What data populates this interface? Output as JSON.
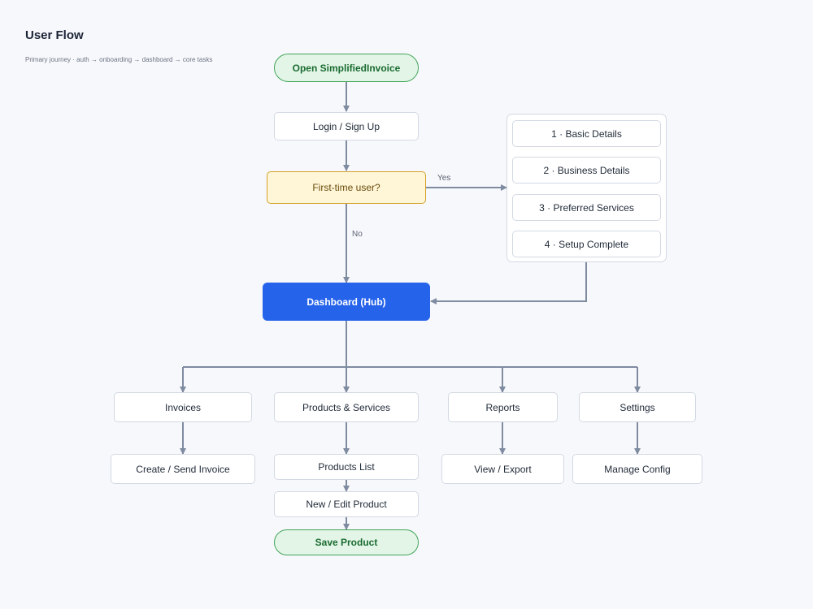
{
  "header": {
    "title": "User Flow",
    "subtitle": "Primary journey · auth → onboarding → dashboard → core tasks"
  },
  "nodes": {
    "open_app": "Open SimplifiedInvoice",
    "login": "Login / Sign Up",
    "first_time": "First-time user?",
    "dashboard": "Dashboard  (Hub)",
    "onboarding": [
      "1 · Basic Details",
      "2 · Business Details",
      "3 · Preferred Services",
      "4 · Setup Complete"
    ],
    "invoices": "Invoices",
    "create_invoice": "Create / Send Invoice",
    "products": "Products & Services",
    "products_list": "Products List",
    "edit_product": "New / Edit Product",
    "save_product": "Save Product",
    "reports": "Reports",
    "view_export": "View / Export",
    "settings": "Settings",
    "manage_config": "Manage Config"
  },
  "edge_labels": {
    "yes": "Yes",
    "no": "No"
  },
  "colors": {
    "connector": "#7f8ba0",
    "start_end_fill": "#e3f5e7",
    "start_end_border": "#43a55a",
    "decision_fill": "#fff6d8",
    "decision_border": "#d4a02a",
    "hub_fill": "#2563eb"
  }
}
